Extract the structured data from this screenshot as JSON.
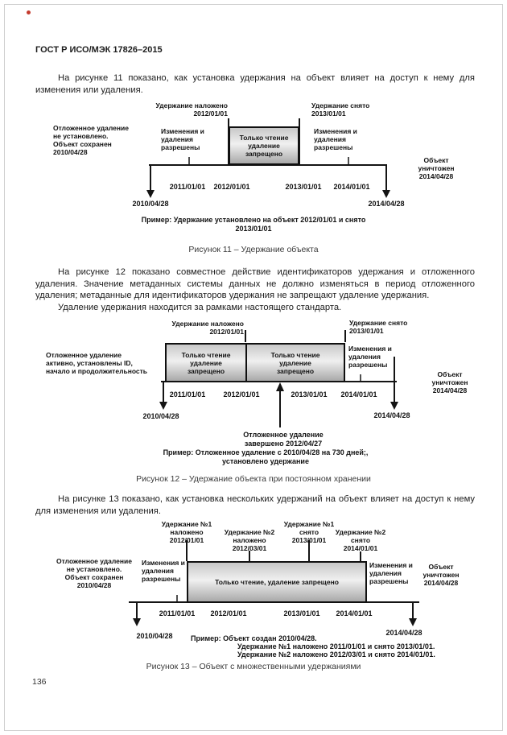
{
  "page": {
    "header": "ГОСТ Р ИСО/МЭК 17826–2015",
    "page_number": "136",
    "p1": "На рисунке 11 показано, как установка удержания на объект влияет на доступ к нему для изменения или удаления.",
    "p2": "На рисунке 12 показано совместное действие идентификаторов удержания и отложенного удаления. Значение метаданных системы данных не должно изменяться в период отложенного удаления; метаданные для идентификаторов удержания не запрещают удаление удержания.",
    "p3": "Удаление удержания находится за рамками настоящего стандарта.",
    "p4": "На рисунке 13 показано, как установка нескольких удержаний на объект влияет на доступ к нему для изменения или удаления."
  },
  "fig11": {
    "hold_applied": "Удержание наложено\n2012/01/01",
    "hold_released": "Удержание снято\n2013/01/01",
    "left_note": "Отложенное удаление\nне установлено.\nОбъект сохранен\n2010/04/28",
    "seg_left": "Изменения и\nудаления\nразрешены",
    "box": "Только чтение\nудаление\nзапрещено",
    "seg_right": "Изменения и\nудаления\nразрешены",
    "right_note": "Объект\nуничтожен\n2014/04/28",
    "ticks": [
      "2011/01/01",
      "2012/01/01",
      "2013/01/01",
      "2014/01/01"
    ],
    "start_date": "2010/04/28",
    "end_date": "2014/04/28",
    "example": "Пример: Удержание установлено на объект 2012/01/01 и снято\n2013/01/01",
    "caption": "Рисунок 11 – Удержание объекта"
  },
  "fig12": {
    "hold_applied": "Удержание наложено\n2012/01/01",
    "hold_released": "Удержание снято\n2013/01/01",
    "left_note": "Отложенное удаление\nактивно, установлены ID,\nначало и продолжительность",
    "box1": "Только чтение\nудаление\nзапрещено",
    "box2": "Только чтение\nудаление\nзапрещено",
    "seg_right": "Изменения и\nудаления\nразрешены",
    "right_note": "Объект\nуничтожен\n2014/04/28",
    "ticks": [
      "2011/01/01",
      "2012/01/01",
      "2013/01/01",
      "2014/01/01"
    ],
    "start_date": "2010/04/28",
    "end_date": "2014/04/28",
    "deferred_note": "Отложенное удаление\nзавершено 2012/04/27",
    "example": "Пример: Отложенное удаление с 2010/04/28 на 730 дней;,\nустановлено удержание",
    "caption": "Рисунок 12 – Удержание объекта при постоянном хранении"
  },
  "fig13": {
    "hold1_applied": "Удержание №1\nналожено\n2012/01/01",
    "hold2_applied": "Удержание №2\nналожено\n2012/03/01",
    "hold1_released": "Удержание №1\nснято\n2013/01/01",
    "hold2_released": "Удержание №2\nснято\n2014/01/01",
    "left_note": "Отложенное удаление\nне установлено.\nОбъект сохранен\n2010/04/28",
    "seg_left": "Изменения и\nудаления\nразрешены",
    "box": "Только чтение, удаление запрещено",
    "seg_right": "Изменения и\nудаления\nразрешены",
    "right_note": "Объект\nуничтожен\n2014/04/28",
    "ticks": [
      "2011/01/01",
      "2012/01/01",
      "2013/01/01",
      "2014/01/01"
    ],
    "start_date": "2010/04/28",
    "end_date": "2014/04/28",
    "example1": "Пример: Объект создан 2010/04/28.",
    "example2": "Удержание №1 наложено 2011/01/01 и снято 2013/01/01.",
    "example3": "Удержание №2 наложено 2012/03/01 и снято 2014/01/01.",
    "caption": "Рисунок 13 – Объект с множественными удержаниями"
  }
}
